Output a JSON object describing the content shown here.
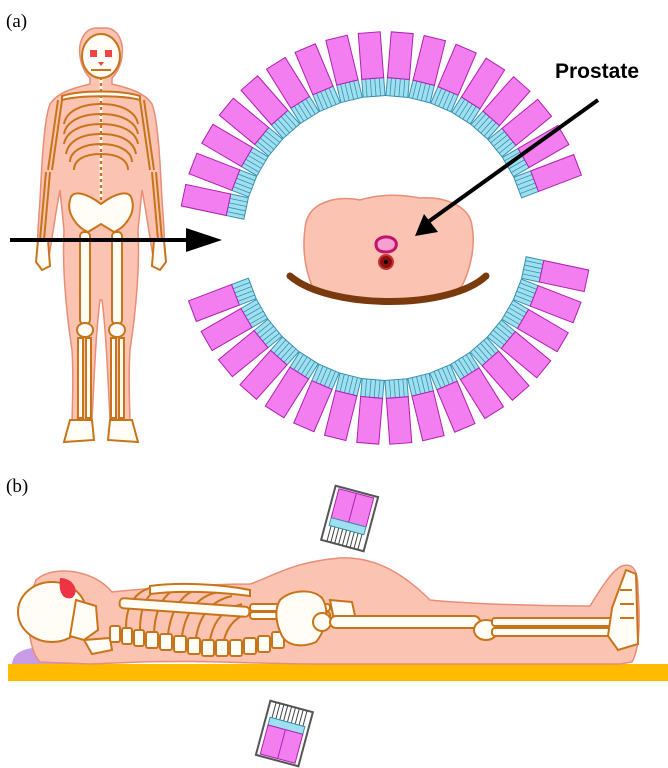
{
  "labels": {
    "panel_a": "(a)",
    "panel_b": "(b)",
    "prostate": "Prostate"
  },
  "colors": {
    "flesh": "#fbc3b2",
    "bone_outline": "#c8741a",
    "scintillator": "#9fe0f0",
    "detector": "#f27ef0",
    "table": "#ffbb00",
    "pillow": "#c99ce8",
    "bed_arc": "#7a3a0e"
  },
  "icons": [
    "front-skeleton",
    "pet-detector-ring",
    "side-skeleton",
    "detector-head"
  ]
}
